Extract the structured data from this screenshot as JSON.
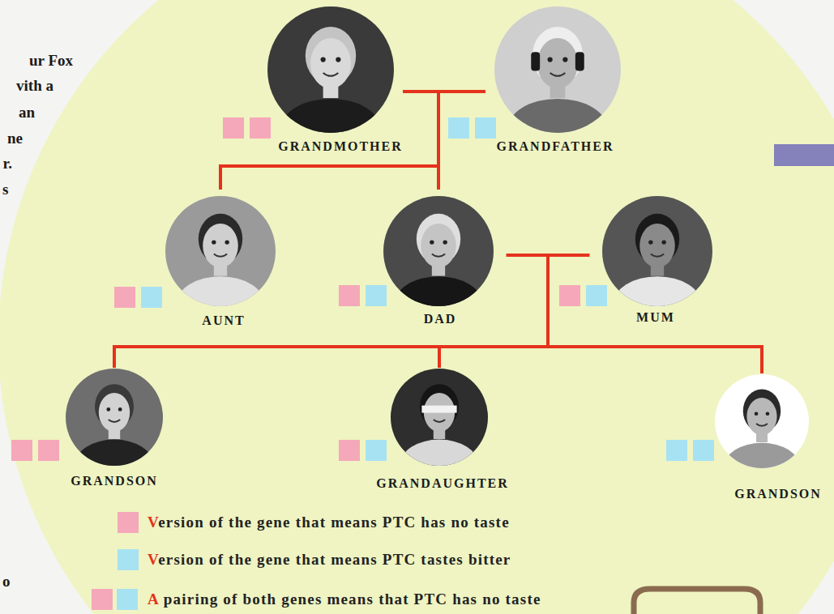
{
  "diagram": {
    "nodes": [
      {
        "text": [
          "GRANDMOTHER"
        ]
      },
      {
        "text": [
          "GRANDFATHER"
        ]
      },
      {
        "text": [
          "AUNT"
        ]
      },
      {
        "text": [
          "DAD"
        ]
      },
      {
        "text": [
          "MUM"
        ]
      },
      {
        "text": [
          "GRANDSON"
        ]
      },
      {
        "text": [
          "GRANDAUGHTER"
        ]
      },
      {
        "text": [
          "GRANDSON"
        ]
      }
    ],
    "edges": [
      {
        "from": 0,
        "to": 2,
        "arrow": "none"
      },
      {
        "from": 0,
        "to": 3,
        "arrow": "none"
      },
      {
        "from": 1,
        "to": 2,
        "arrow": "none"
      },
      {
        "from": 1,
        "to": 3,
        "arrow": "none"
      },
      {
        "from": 3,
        "to": 5,
        "arrow": "none"
      },
      {
        "from": 3,
        "to": 6,
        "arrow": "none"
      },
      {
        "from": 3,
        "to": 7,
        "arrow": "none"
      },
      {
        "from": 4,
        "to": 5,
        "arrow": "none"
      },
      {
        "from": 4,
        "to": 6,
        "arrow": "none"
      },
      {
        "from": 4,
        "to": 7,
        "arrow": "none"
      }
    ],
    "labels": [
      "ur Fox",
      "vith a",
      "an",
      "ne",
      "r.",
      "s",
      "o"
    ],
    "legend": [
      {
        "text": "Version of the gene that means PTC has no taste",
        "color": "#f5a8b9"
      },
      {
        "text": "Version of the gene that means PTC tastes bitter",
        "color": "#a7e2f3"
      },
      {
        "text": "A pairing of both genes means that PTC has no taste"
      }
    ]
  }
}
